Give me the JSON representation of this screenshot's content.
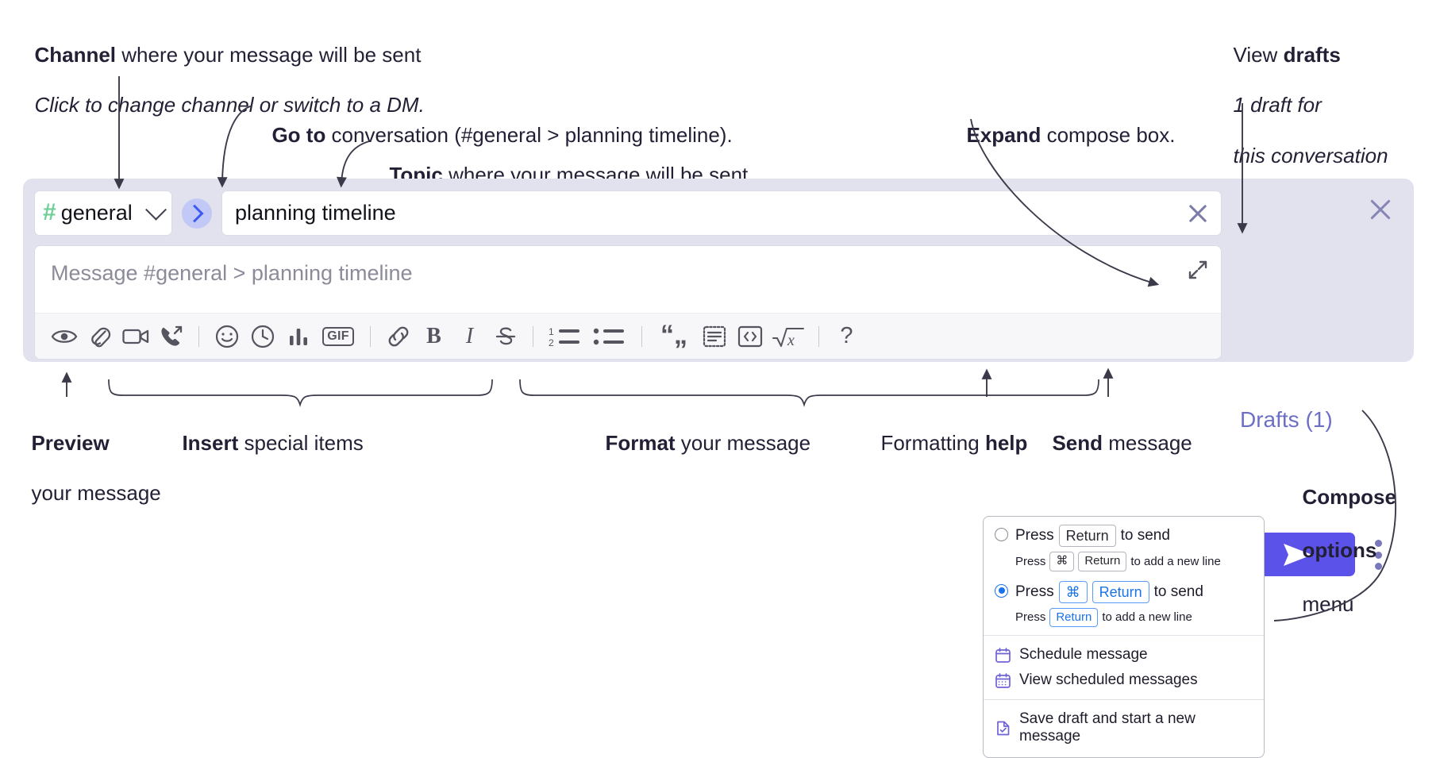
{
  "annotations": {
    "channel_title_bold": "Channel",
    "channel_title_rest": " where your message will be sent",
    "channel_sub": "Click to change channel or switch to a DM.",
    "goto_bold": "Go to",
    "goto_rest": " conversation (#general > planning timeline).",
    "topic_bold": "Topic",
    "topic_rest": " where your message will be sent",
    "expand_bold": "Expand",
    "expand_rest": " compose box.",
    "drafts_bold_pre": "View ",
    "drafts_bold": "drafts",
    "drafts_sub_1": "1 draft for",
    "drafts_sub_2": "this conversation",
    "preview_bold": "Preview",
    "preview_rest": "your message",
    "insert_bold": "Insert",
    "insert_rest": " special items",
    "format_bold": "Format",
    "format_rest": " your message",
    "help_pre": "Formatting ",
    "help_bold": "help",
    "send_bold": "Send",
    "send_rest": " message",
    "compose_opts_bold_1": "Compose",
    "compose_opts_bold_2": "options",
    "compose_opts_rest": "menu"
  },
  "compose": {
    "channel_name": "general",
    "channel_hash": "#",
    "topic_value": "planning timeline",
    "message_placeholder": "Message #general > planning timeline",
    "drafts_label": "Drafts (1)",
    "toolbar": [
      {
        "name": "preview-icon",
        "label": "Preview"
      },
      {
        "name": "attachment-icon",
        "label": "Attach file"
      },
      {
        "name": "video-icon",
        "label": "Record video clip"
      },
      {
        "name": "audio-call-icon",
        "label": "Record audio clip"
      },
      {
        "name": "separator",
        "label": ""
      },
      {
        "name": "emoji-icon",
        "label": "Emoji"
      },
      {
        "name": "clock-icon",
        "label": "Reminder"
      },
      {
        "name": "poll-icon",
        "label": "Poll"
      },
      {
        "name": "gif-icon",
        "label": "GIF"
      },
      {
        "name": "separator",
        "label": ""
      },
      {
        "name": "link-icon",
        "label": "Link"
      },
      {
        "name": "bold-icon",
        "label": "B"
      },
      {
        "name": "italic-icon",
        "label": "I"
      },
      {
        "name": "strikethrough-icon",
        "label": "S"
      },
      {
        "name": "separator",
        "label": ""
      },
      {
        "name": "ordered-list-icon",
        "label": "Ordered list"
      },
      {
        "name": "bulleted-list-icon",
        "label": "Bulleted list"
      },
      {
        "name": "separator",
        "label": ""
      },
      {
        "name": "blockquote-icon",
        "label": "Blockquote"
      },
      {
        "name": "code-block-icon",
        "label": "Code block"
      },
      {
        "name": "inline-code-icon",
        "label": "Code"
      },
      {
        "name": "math-icon",
        "label": "Math"
      },
      {
        "name": "separator",
        "label": ""
      },
      {
        "name": "help-icon",
        "label": "?"
      }
    ]
  },
  "menu": {
    "option1": {
      "press": "Press",
      "key": "Return",
      "to_send": "to send",
      "sub_press": "Press",
      "sub_key1": "⌘",
      "sub_key2": "Return",
      "sub_tail": "to add a new line",
      "selected": false
    },
    "option2": {
      "press": "Press",
      "key1": "⌘",
      "key2": "Return",
      "to_send": "to send",
      "sub_press": "Press",
      "sub_key": "Return",
      "sub_tail": "to add a new line",
      "selected": true
    },
    "items": [
      {
        "icon": "calendar-icon",
        "label": "Schedule message"
      },
      {
        "icon": "calendar-grid-icon",
        "label": "View scheduled messages"
      },
      {
        "icon": "save-draft-icon",
        "label": "Save draft and start a new message"
      }
    ]
  },
  "colors": {
    "panel_bg": "#e2e2ee",
    "send_button": "#5b52ea",
    "goto_circle": "#c3c9f7",
    "hash_green": "#6fcf97",
    "drafts_text": "#6d6ec6",
    "accent_blue": "#1a73e8"
  }
}
